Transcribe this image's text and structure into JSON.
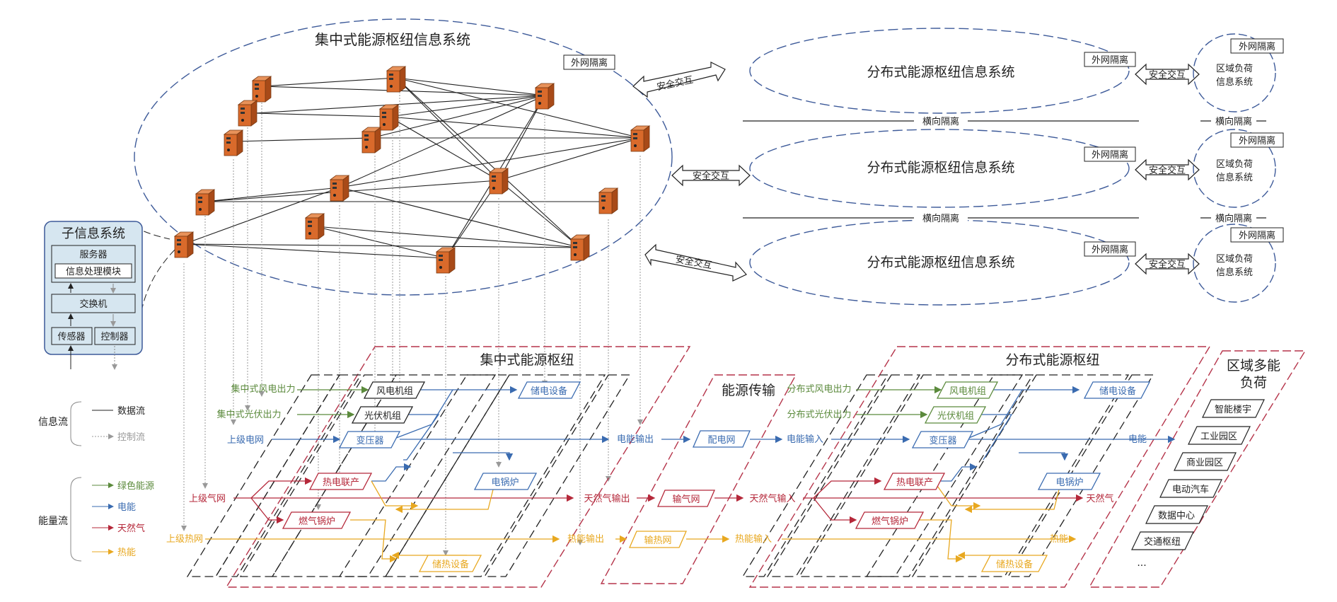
{
  "colors": {
    "info_blue": "#3d5a99",
    "hub_red": "#b5344a",
    "green": "#5b8a3c",
    "blue": "#3a6bb0",
    "red": "#b5283a",
    "orange": "#e8a820",
    "black": "#222222",
    "gray": "#888888",
    "sub_fill": "#d6e6f0",
    "server": "#d96a2b"
  },
  "central_info": {
    "title": "集中式能源枢纽信息系统",
    "isolation": "外网隔离"
  },
  "secure_exchange": "安全交互",
  "distributed_info": {
    "title": "分布式能源枢纽信息系统",
    "isolation": "外网隔离",
    "horizontal_isolation": "横向隔离"
  },
  "regional_info": {
    "title_line1": "区域负荷",
    "title_line2": "信息系统",
    "isolation": "外网隔离"
  },
  "sub_info": {
    "title": "子信息系统",
    "server": "服务器",
    "module": "信息处理模块",
    "switch": "交换机",
    "sensor": "传感器",
    "controller": "控制器"
  },
  "legend": {
    "info_flow": "信息流",
    "data_flow": "数据流",
    "control_flow": "控制流",
    "energy_flow": "能量流",
    "green_energy": "绿色能源",
    "electric": "电能",
    "gas": "天然气",
    "heat": "热能"
  },
  "central_hub": {
    "title": "集中式能源枢纽",
    "wind_in": "集中式风电出力",
    "pv_in": "集中式光伏出力",
    "grid_in": "上级电网",
    "gas_in": "上级气网",
    "heat_in": "上级热网",
    "wind": "风电机组",
    "pv": "光伏机组",
    "transformer": "变压器",
    "storage_e": "储电设备",
    "chp": "热电联产",
    "boiler": "燃气锅炉",
    "e_boiler": "电锅炉",
    "storage_h": "储热设备",
    "e_out": "电能输出",
    "gas_out": "天然气输出",
    "heat_out": "热能输出"
  },
  "transmission": {
    "title": "能源传输",
    "power_grid": "配电网",
    "gas_grid": "输气网",
    "heat_grid": "输热网"
  },
  "distributed_hub": {
    "title": "分布式能源枢纽",
    "wind_in": "分布式风电出力",
    "pv_in": "分布式光伏出力",
    "e_in": "电能输入",
    "gas_in": "天然气输入",
    "heat_in": "热能输入",
    "wind": "风电机组",
    "pv": "光伏机组",
    "transformer": "变压器",
    "storage_e": "储电设备",
    "chp": "热电联产",
    "boiler": "燃气锅炉",
    "e_boiler": "电锅炉",
    "storage_h": "储热设备",
    "e_label": "电能",
    "gas_label": "天然气",
    "heat_label": "热能"
  },
  "regional_load": {
    "title_line1": "区域多能",
    "title_line2": "负荷",
    "items": [
      "智能楼宇",
      "工业园区",
      "商业园区",
      "电动汽车",
      "数据中心",
      "交通枢纽"
    ],
    "more": "..."
  }
}
